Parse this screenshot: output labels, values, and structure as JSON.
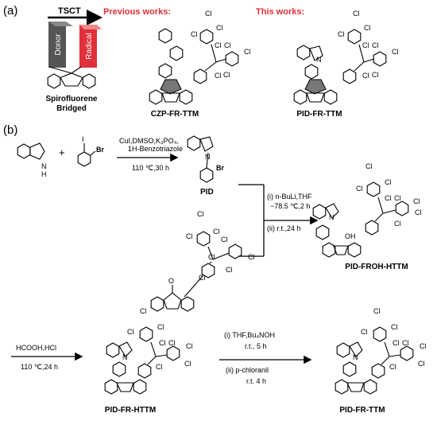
{
  "panel_a": {
    "label": "(a)",
    "tsct_label": "TSCT",
    "donor_label": "Donor",
    "radical_label": "Radical",
    "spiro_caption_line1": "Spirofluorene",
    "spiro_caption_line2": "Bridged",
    "previous_title": "Previous works:",
    "this_title": "This works:",
    "czp_label": "CZP-FR-TTM",
    "pid_label": "PID-FR-TTM",
    "colors": {
      "donor": "#555555",
      "radical": "#e0303a",
      "accent_text": "#e0303a"
    }
  },
  "panel_b": {
    "label": "(b)",
    "step1": {
      "reagents": "CuI,DMSO,K₃PO₄,",
      "additive": "1H-Benzotriazole",
      "conditions": "110 ℃,30 h",
      "nh": "N",
      "h": "H",
      "i": "I",
      "br": "Br",
      "plus": "+"
    },
    "pid": {
      "label": "PID",
      "n": "N",
      "br": "Br"
    },
    "step2": {
      "line1": "(i) n-BuLi,THF",
      "line2": "−78.5 ℃,2 h",
      "line3": "(ii) r.t.,24 h"
    },
    "frohhttm": {
      "label": "PID-FROH-HTTM",
      "oh": "OH",
      "n": "N"
    },
    "ketone": {
      "o": "O"
    },
    "step3": {
      "reagents": "HCOOH,HCl",
      "conditions": "110 ℃,24 h"
    },
    "frhttm": {
      "label": "PID-FR-HTTM",
      "n": "N"
    },
    "step4": {
      "line1": "(i) THF,Bu₄NOH",
      "line2": "r.t., 5 h",
      "line3": "(ii) p-chloranil",
      "line4": "r.t. 4 h"
    },
    "final": {
      "label": "PID-FR-TTM",
      "n": "N"
    },
    "cl": "Cl"
  }
}
